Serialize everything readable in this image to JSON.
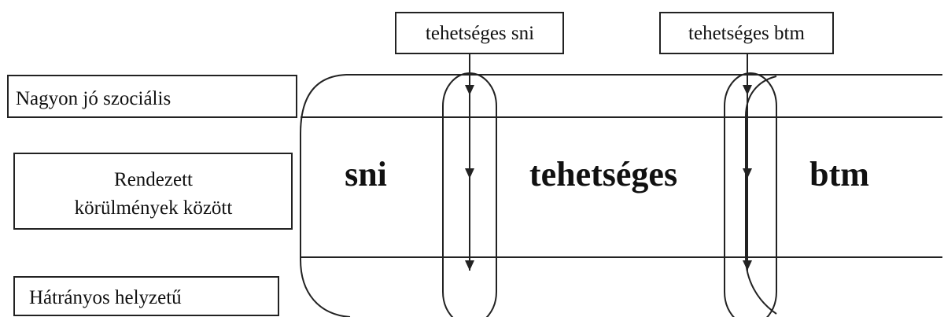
{
  "top_boxes": {
    "sni_talent": "tehetséges sni",
    "btm_talent": "tehetséges btm"
  },
  "left_boxes": {
    "very_good_social": "Nagyon jó szociális",
    "ordered_line1": "Rendezett",
    "ordered_line2": "körülmények között",
    "disadvantaged": "Hátrányos helyzetű"
  },
  "groups": {
    "sni": "sni",
    "talented": "tehetséges",
    "btm": "btm"
  }
}
